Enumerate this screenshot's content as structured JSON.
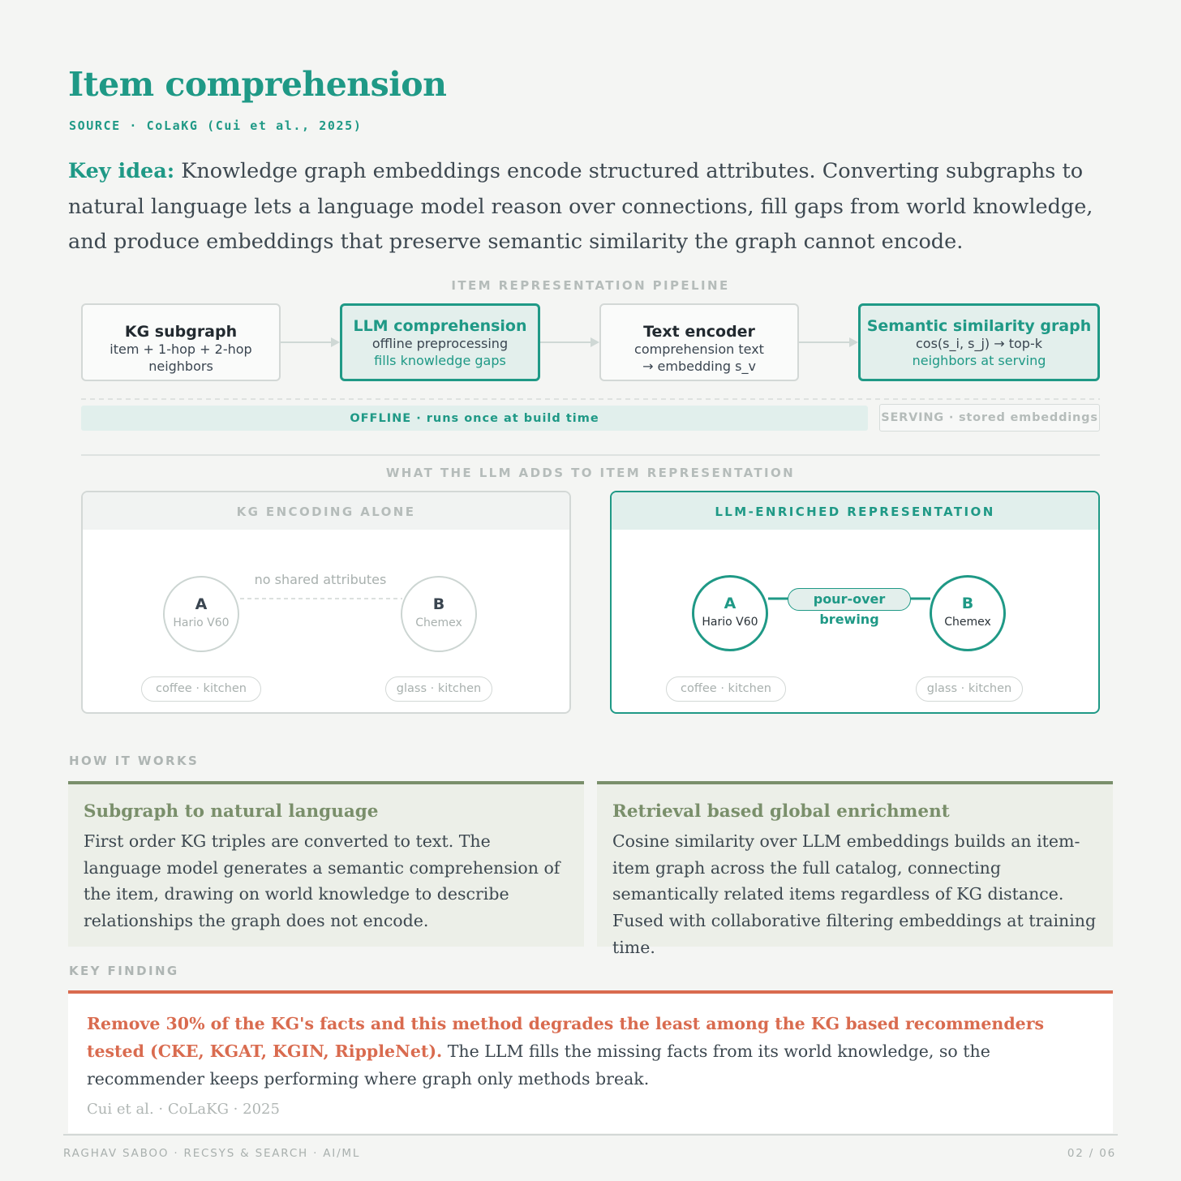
{
  "header": {
    "title": "Item comprehension",
    "source": "SOURCE · CoLaKG (Cui et al., 2025)",
    "key_idea_lead": "Key idea:",
    "key_idea_text": " Knowledge graph embeddings encode structured attributes. Converting subgraphs to natural language lets a language model reason over connections, fill gaps from world knowledge, and produce embeddings that preserve semantic similarity the graph cannot encode."
  },
  "pipeline": {
    "heading": "ITEM REPRESENTATION PIPELINE",
    "steps": [
      {
        "title": "KG subgraph",
        "line1": "item + 1-hop + 2-hop",
        "line2": "neighbors"
      },
      {
        "title": "LLM comprehension",
        "line1": "offline preprocessing",
        "line2": "fills knowledge gaps"
      },
      {
        "title": "Text encoder",
        "line1": "comprehension text",
        "line2": "→ embedding s_v"
      },
      {
        "title": "Semantic similarity graph",
        "line1": "cos(s_i, s_j) → top-k",
        "line2": "neighbors at serving"
      }
    ],
    "offline_label": "OFFLINE · runs once at build time",
    "serving_label": "SERVING · stored embeddings"
  },
  "comparison": {
    "heading": "WHAT THE LLM ADDS TO ITEM REPRESENTATION",
    "left": {
      "title": "KG ENCODING ALONE",
      "edge_label": "no shared attributes",
      "node_a": {
        "letter": "A",
        "name": "Hario V60"
      },
      "node_b": {
        "letter": "B",
        "name": "Chemex"
      },
      "tag_a": "coffee · kitchen",
      "tag_b": "glass · kitchen"
    },
    "right": {
      "title": "LLM-ENRICHED REPRESENTATION",
      "edge_label": "pour-over brewing",
      "node_a": {
        "letter": "A",
        "name": "Hario V60"
      },
      "node_b": {
        "letter": "B",
        "name": "Chemex"
      },
      "tag_a": "coffee · kitchen",
      "tag_b": "glass · kitchen"
    }
  },
  "how_it_works": {
    "heading": "HOW IT WORKS",
    "cards": [
      {
        "title": "Subgraph to natural language",
        "body": "First order KG triples are converted to text. The language model generates a semantic comprehension of the item, drawing on world knowledge to describe relationships the graph does not encode."
      },
      {
        "title": "Retrieval based global enrichment",
        "body": "Cosine similarity over LLM embeddings builds an item-item graph across the full catalog, connecting semantically related items regardless of KG distance. Fused with collaborative filtering embeddings at training time."
      }
    ]
  },
  "key_finding": {
    "heading": "KEY FINDING",
    "lead": "Remove 30% of the KG's facts and this method degrades the least among the KG based recommenders tested (CKE, KGAT, KGIN, RippleNet).",
    "text": " The LLM fills the missing facts from its world knowledge, so the recommender keeps performing where graph only methods break.",
    "citation": "Cui et al. · CoLaKG · 2025"
  },
  "footer": {
    "left": "RAGHAV SABOO · RECSYS & SEARCH · AI/ML",
    "right": "02 / 06"
  },
  "colors": {
    "accent": "#1f9986",
    "olive": "#7a8f6b",
    "coral": "#d96b4f",
    "background": "#f4f5f3"
  }
}
